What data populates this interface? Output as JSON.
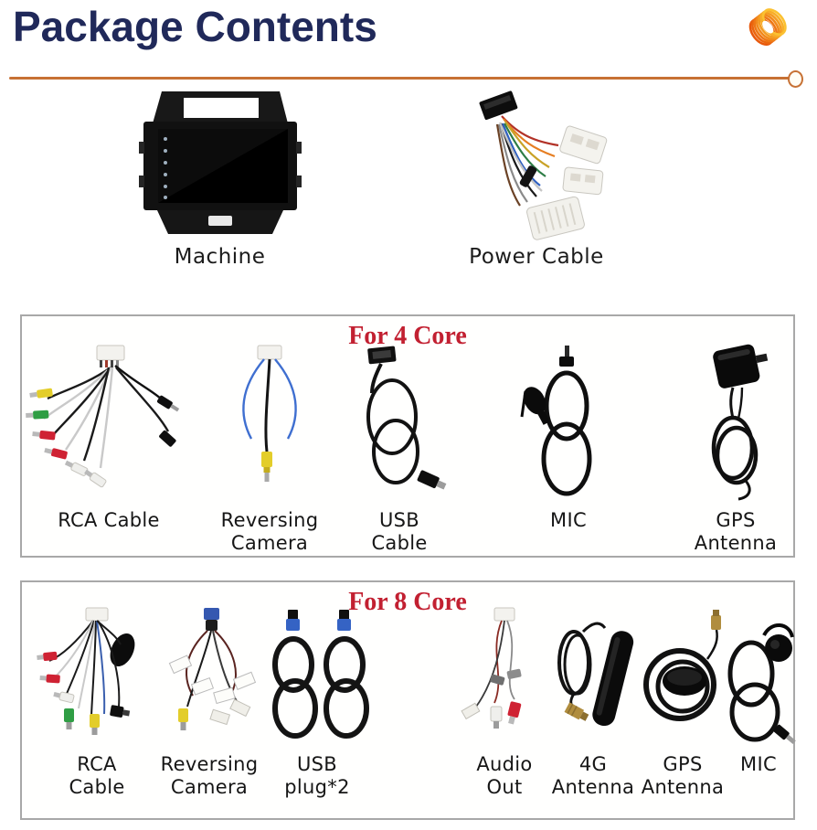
{
  "header": {
    "title": "Package Contents",
    "title_color": "#20295a",
    "divider_color": "#c77134",
    "logo_icon": "orange-coil-icon"
  },
  "top_items": [
    {
      "label": "Machine",
      "image": "car-head-unit"
    },
    {
      "label": "Power Cable",
      "image": "power-wiring-harness"
    }
  ],
  "sections": [
    {
      "title": "For 4 Core",
      "title_color": "#c22031",
      "items": [
        {
          "label": "RCA Cable",
          "image": "rca-cable"
        },
        {
          "label": "Reversing\nCamera",
          "image": "reversing-camera-cable"
        },
        {
          "label": "USB\nCable",
          "image": "usb-cable"
        },
        {
          "label": "MIC",
          "image": "clip-microphone"
        },
        {
          "label": "GPS\nAntenna",
          "image": "gps-antenna"
        }
      ]
    },
    {
      "title": "For 8 Core",
      "title_color": "#c22031",
      "items": [
        {
          "label": "RCA\nCable",
          "image": "rca-cable"
        },
        {
          "label": "Reversing\nCamera",
          "image": "reversing-camera-cable"
        },
        {
          "label": "USB\nplug*2",
          "image": "two-usb-plugs"
        },
        {
          "label": "Audio\nOut",
          "image": "audio-out-cable"
        },
        {
          "label": "4G\nAntenna",
          "image": "4g-strip-antenna"
        },
        {
          "label": "GPS\nAntenna",
          "image": "gps-coil-antenna"
        },
        {
          "label": "MIC",
          "image": "round-microphone"
        }
      ]
    }
  ],
  "style_colors": {
    "label": "#161616",
    "box_border": "#a8a8a8"
  }
}
